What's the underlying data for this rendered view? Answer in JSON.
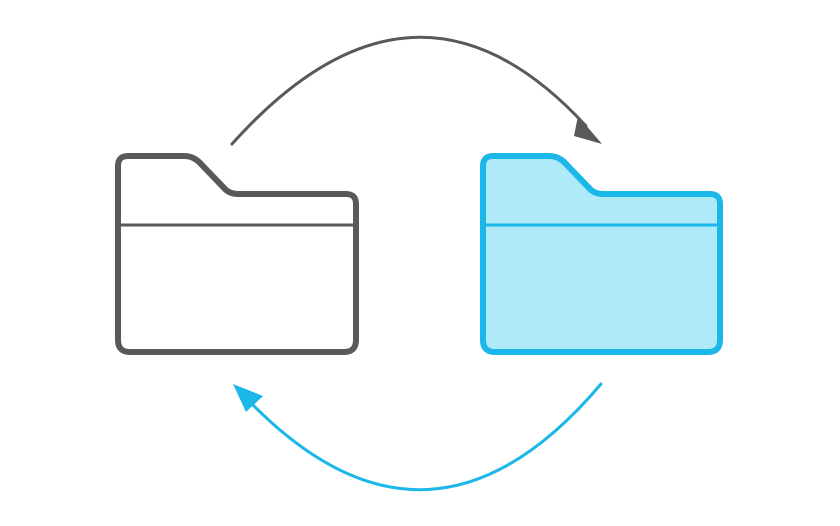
{
  "diagram": {
    "colors": {
      "background": "#ffffff",
      "source_stroke": "#58595b",
      "target_stroke": "#1ab7e8",
      "target_fill": "#aeeaf8",
      "top_arrow": "#58595b",
      "bottom_arrow": "#1ab7e8"
    },
    "nodes": [
      {
        "id": "source-folder",
        "icon": "folder-outline-icon"
      },
      {
        "id": "target-folder",
        "icon": "folder-filled-icon"
      }
    ],
    "edges": [
      {
        "from": "source-folder",
        "to": "target-folder",
        "icon": "curved-arrow-icon"
      },
      {
        "from": "target-folder",
        "to": "source-folder",
        "icon": "curved-arrow-icon"
      }
    ]
  }
}
